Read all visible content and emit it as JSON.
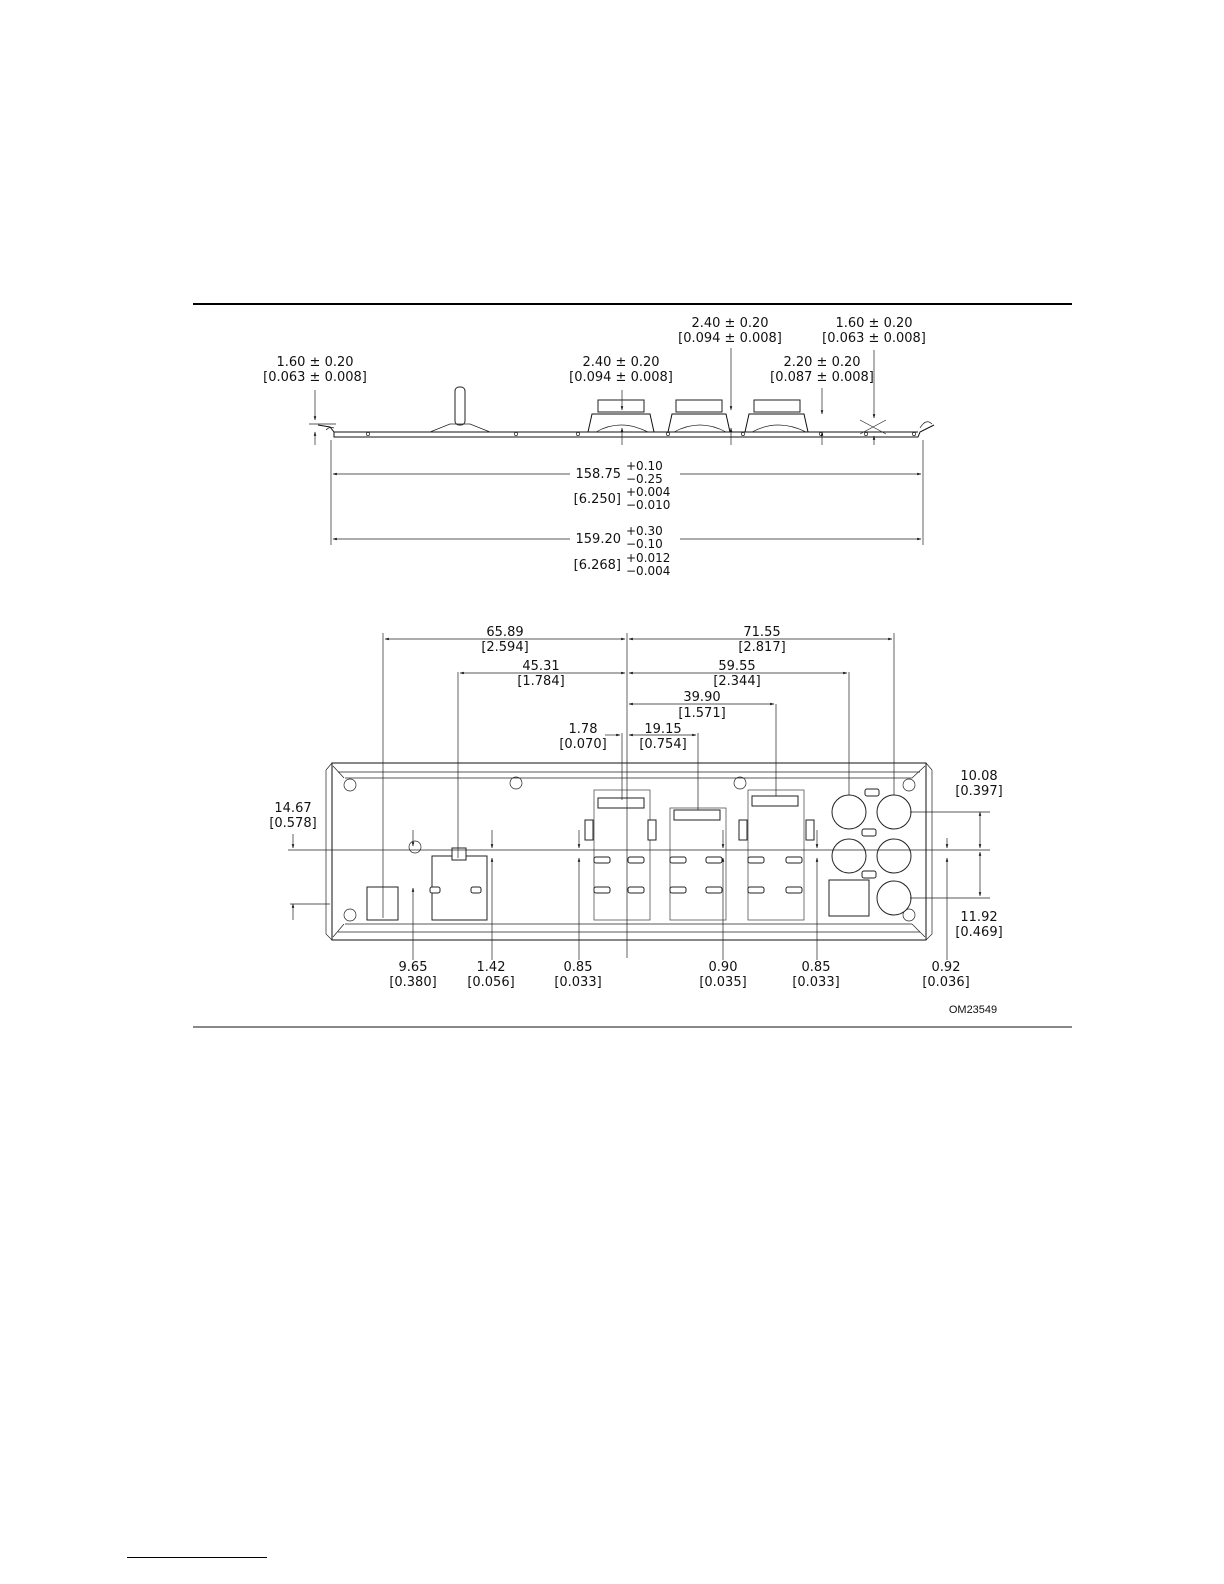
{
  "figure_id": "OM23549",
  "side_view": {
    "left_height": {
      "mm": "1.60 ± 0.20",
      "inch": "[0.063 ± 0.008]"
    },
    "conn_a_height": {
      "mm": "2.40 ± 0.20",
      "inch": "[0.094 ± 0.008]"
    },
    "conn_b_height": {
      "mm": "2.40 ± 0.20",
      "inch": "[0.094 ± 0.008]"
    },
    "conn_c_height": {
      "mm": "2.20 ± 0.20",
      "inch": "[0.087 ± 0.008]"
    },
    "right_height": {
      "mm": "1.60 ± 0.20",
      "inch": "[0.063 ± 0.008]"
    },
    "width_1": {
      "mm": "158.75",
      "mm_tol_plus": "+0.10",
      "mm_tol_minus": "−0.25",
      "inch": "[6.250]",
      "inch_tol_plus": "+0.004",
      "inch_tol_minus": "−0.010"
    },
    "width_2": {
      "mm": "159.20",
      "mm_tol_plus": "+0.30",
      "mm_tol_minus": "−0.10",
      "inch": "[6.268]",
      "inch_tol_plus": "+0.012",
      "inch_tol_minus": "−0.004"
    }
  },
  "front_view": {
    "d_65_89": {
      "mm": "65.89",
      "inch": "[2.594]"
    },
    "d_71_55": {
      "mm": "71.55",
      "inch": "[2.817]"
    },
    "d_45_31": {
      "mm": "45.31",
      "inch": "[1.784]"
    },
    "d_59_55": {
      "mm": "59.55",
      "inch": "[2.344]"
    },
    "d_39_90": {
      "mm": "39.90",
      "inch": "[1.571]"
    },
    "d_1_78": {
      "mm": "1.78",
      "inch": "[0.070]"
    },
    "d_19_15": {
      "mm": "19.15",
      "inch": "[0.754]"
    },
    "d_14_67": {
      "mm": "14.67",
      "inch": "[0.578]"
    },
    "d_10_08": {
      "mm": "10.08",
      "inch": "[0.397]"
    },
    "d_11_92": {
      "mm": "11.92",
      "inch": "[0.469]"
    },
    "d_9_65": {
      "mm": "9.65",
      "inch": "[0.380]"
    },
    "d_1_42": {
      "mm": "1.42",
      "inch": "[0.056]"
    },
    "d_0_85_a": {
      "mm": "0.85",
      "inch": "[0.033]"
    },
    "d_0_90": {
      "mm": "0.90",
      "inch": "[0.035]"
    },
    "d_0_85_b": {
      "mm": "0.85",
      "inch": "[0.033]"
    },
    "d_0_92": {
      "mm": "0.92",
      "inch": "[0.036]"
    }
  }
}
